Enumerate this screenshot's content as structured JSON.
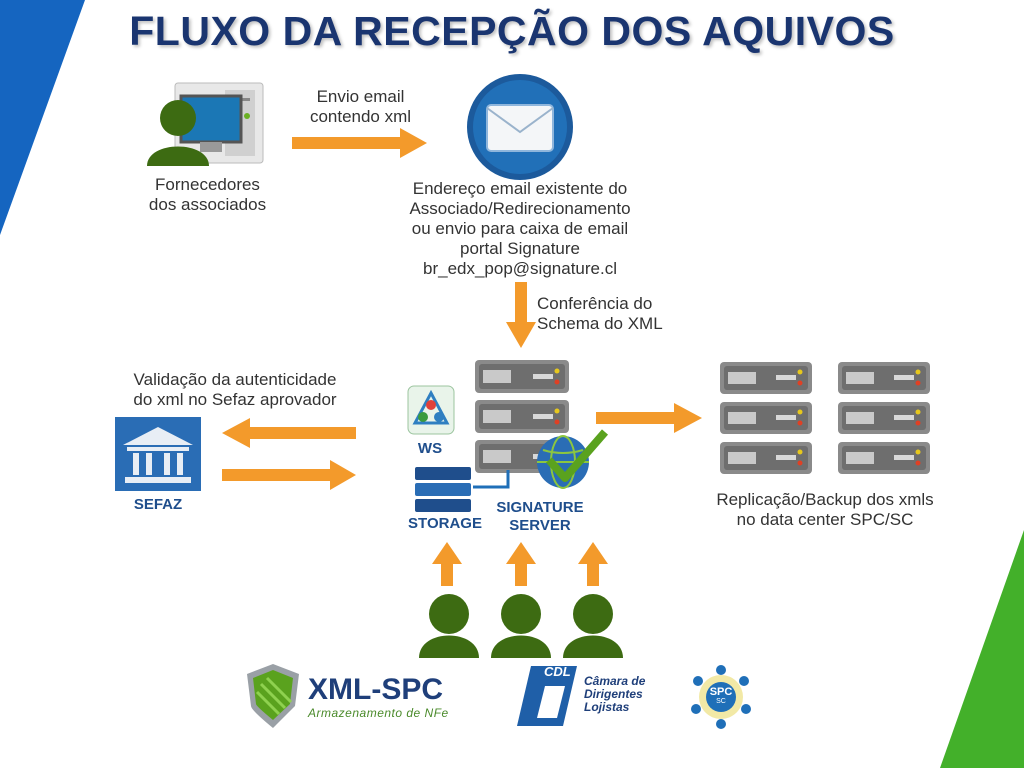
{
  "title": "FLUXO DA RECEPÇÃO DOS AQUIVOS",
  "colors": {
    "accent_blue": "#1565c0",
    "accent_green": "#43b02a",
    "arrow_orange": "#f39a2b",
    "person_green": "#3d6b12",
    "title_navy": "#1a3570"
  },
  "nodes": {
    "suppliers": {
      "icon": "user-computer-icon",
      "label_line1": "Fornecedores",
      "label_line2": "dos associados"
    },
    "email": {
      "icon": "envelope-icon",
      "label_lines": [
        "Endereço email existente do",
        "Associado/Redirecionamento",
        "ou envio para caixa de email",
        "portal Signature",
        "br_edx_pop@signature.cl"
      ]
    },
    "sefaz": {
      "icon": "bank-icon",
      "label": "SEFAZ"
    },
    "ws": {
      "icon": "web-service-icon",
      "label": "WS"
    },
    "storage": {
      "icon": "storage-icon",
      "label": "STORAGE"
    },
    "signature_server": {
      "icon": "server-stack-icon",
      "label_line1": "SIGNATURE",
      "label_line2": "SERVER"
    },
    "backup": {
      "icon": "server-rack-icon",
      "label_line1": "Replicação/Backup dos xmls",
      "label_line2": "no data center SPC/SC"
    },
    "users": {
      "icon": "user-icon"
    }
  },
  "edges": {
    "send_email": {
      "label_line1": "Envio email",
      "label_line2": "contendo xml"
    },
    "schema_check": {
      "label_line1": "Conferência do",
      "label_line2": "Schema do XML"
    },
    "sefaz_validation": {
      "label_line1": "Validação da autenticidade",
      "label_line2": "do xml no Sefaz aprovador"
    }
  },
  "logos": {
    "xml_spc": {
      "name": "XML-SPC",
      "tagline": "Armazenamento de NFe"
    },
    "cdl": {
      "badge": "CDL",
      "line1": "Câmara de",
      "line2": "Dirigentes",
      "line3": "Lojistas"
    },
    "spc": {
      "name": "SPC",
      "sub": "SC"
    }
  }
}
